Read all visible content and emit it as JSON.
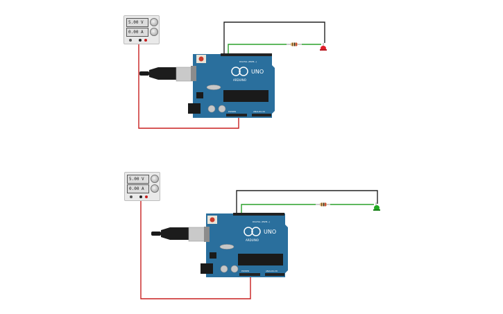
{
  "circuits": [
    {
      "supply": {
        "voltage_display": "5.00 V",
        "current_display": "0.00 A"
      },
      "board": {
        "brand": "ARDUINO",
        "model": "UNO",
        "header_top": "DIGITAL (PWM~)",
        "header_bottom_left": "POWER",
        "header_bottom_right": "ANALOG IN"
      },
      "led_color": "#e0202a"
    },
    {
      "supply": {
        "voltage_display": "5.00 V",
        "current_display": "0.00 A"
      },
      "board": {
        "brand": "ARDUINO",
        "model": "UNO",
        "header_top": "DIGITAL (PWM~)",
        "header_bottom_left": "POWER",
        "header_bottom_right": "ANALOG IN"
      },
      "led_color": "#22aa22"
    }
  ],
  "colors": {
    "board": "#2a6f9d",
    "wire_black": "#222222",
    "wire_green": "#2aa02a",
    "wire_red": "#c81e1e",
    "usb_cable": "#1c1c1c"
  }
}
